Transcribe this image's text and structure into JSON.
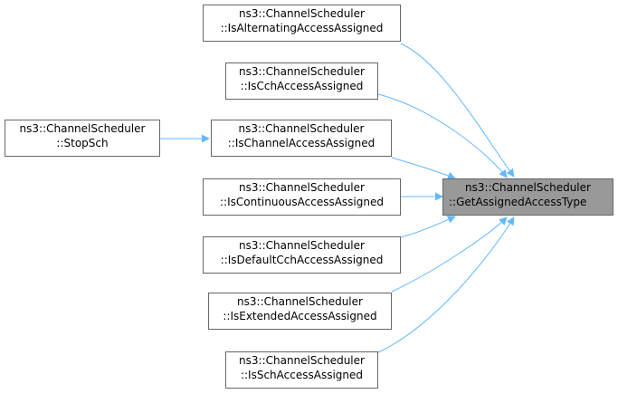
{
  "graph": {
    "edge_color": "#63b8ff",
    "target": {
      "line1": "ns3::ChannelScheduler",
      "line2": "::GetAssignedAccessType"
    },
    "callers": [
      {
        "line1": "ns3::ChannelScheduler",
        "line2": "::IsAlternatingAccessAssigned"
      },
      {
        "line1": "ns3::ChannelScheduler",
        "line2": "::IsCchAccessAssigned"
      },
      {
        "line1": "ns3::ChannelScheduler",
        "line2": "::IsChannelAccessAssigned"
      },
      {
        "line1": "ns3::ChannelScheduler",
        "line2": "::IsContinuousAccessAssigned"
      },
      {
        "line1": "ns3::ChannelScheduler",
        "line2": "::IsDefaultCchAccessAssigned"
      },
      {
        "line1": "ns3::ChannelScheduler",
        "line2": "::IsExtendedAccessAssigned"
      },
      {
        "line1": "ns3::ChannelScheduler",
        "line2": "::IsSchAccessAssigned"
      }
    ],
    "secondary": {
      "line1": "ns3::ChannelScheduler",
      "line2": "::StopSch"
    }
  }
}
